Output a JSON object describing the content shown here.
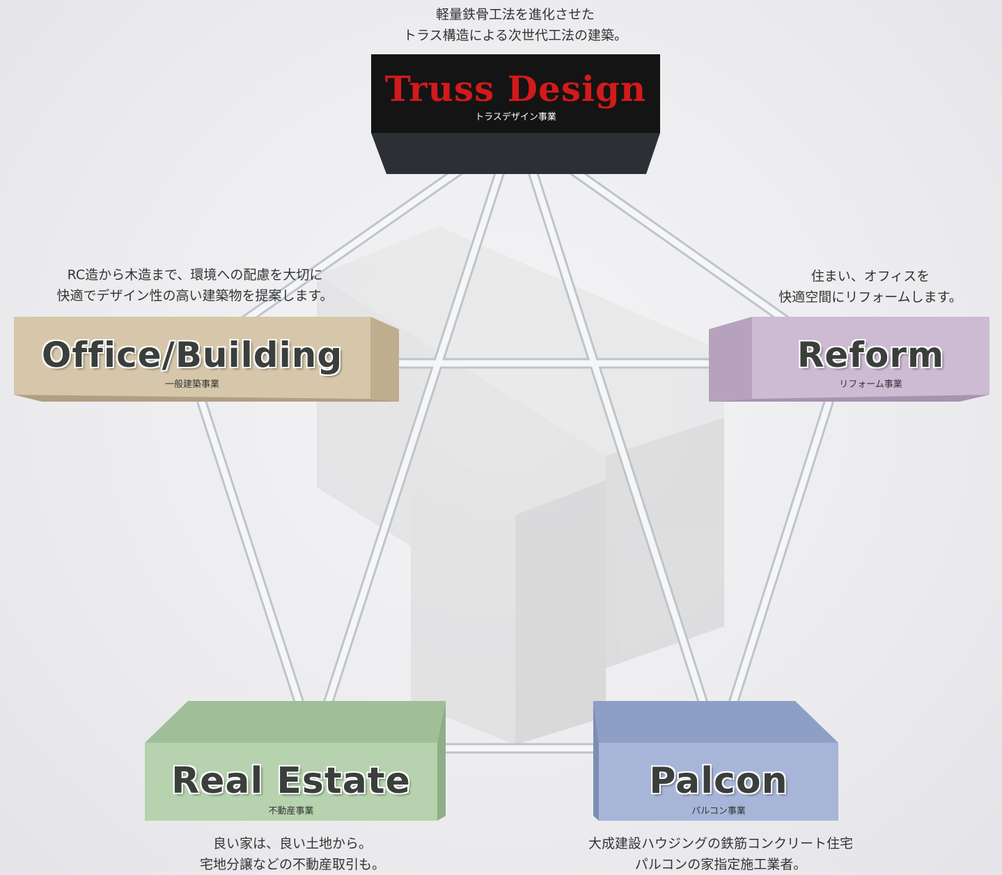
{
  "nodes": {
    "truss": {
      "title": "Truss Design",
      "subtitle": "トラスデザイン事業",
      "caption": "軽量鉄骨工法を進化させた\nトラス構造による次世代工法の建築。",
      "color": "#1a1a1a"
    },
    "office": {
      "title": "Office/Building",
      "subtitle": "一般建築事業",
      "caption": "RC造から木造まで、環境への配慮を大切に\n快適でデザイン性の高い建築物を提案します。",
      "color": "#d8c9ad"
    },
    "reform": {
      "title": "Reform",
      "subtitle": "リフォーム事業",
      "caption": "住まい、オフィスを\n快適空間にリフォームします。",
      "color": "#cbb9d1"
    },
    "realestate": {
      "title": "Real Estate",
      "subtitle": "不動産事業",
      "caption": "良い家は、良い土地から。\n宅地分譲などの不動産取引も。",
      "color": "#b4d0ad"
    },
    "palcon": {
      "title": "Palcon",
      "subtitle": "パルコン事業",
      "caption": "大成建設ハウジングの鉄筋コンクリート住宅\nパルコンの家指定施工業者。",
      "color": "#a6b5d6"
    }
  }
}
